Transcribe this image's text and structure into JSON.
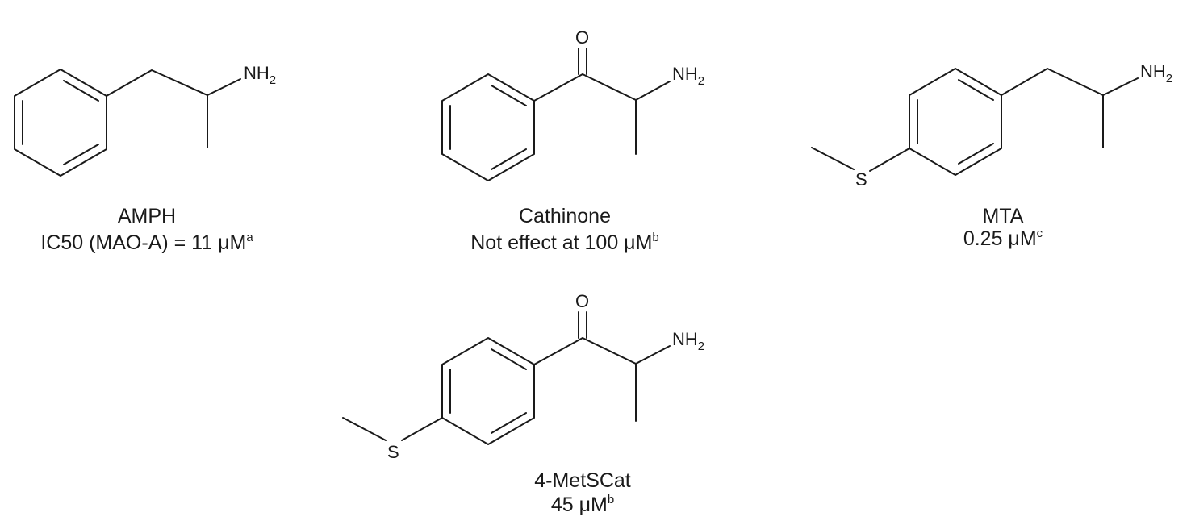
{
  "compounds": {
    "amph": {
      "name": "AMPH",
      "value": "IC50 (MAO-A) = 11 μM",
      "footnote": "a"
    },
    "cathinone": {
      "name": "Cathinone",
      "value": "Not effect at 100 μM",
      "footnote": "b"
    },
    "mta": {
      "name": "MTA",
      "value": "0.25 μM",
      "footnote": "c"
    },
    "metscat": {
      "name": "4-MetSCat",
      "value": "45 μM",
      "footnote": "b"
    }
  },
  "atoms": {
    "amine": "NH",
    "amine_sub": "2",
    "oxygen": "O",
    "sulfur": "S"
  }
}
